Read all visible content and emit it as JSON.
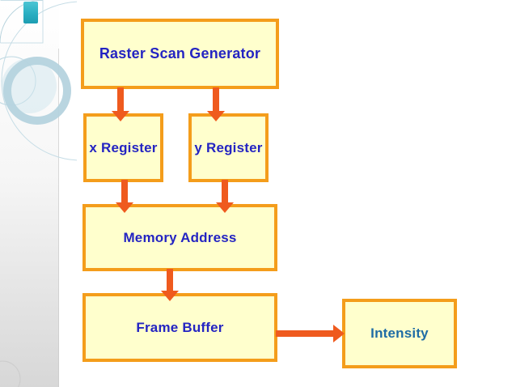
{
  "slide": {
    "background_color": "#ffffff",
    "accent_bar_color": "#2aafc2",
    "sidebar": {
      "gradient_top": "#ffffff",
      "gradient_bottom": "#d7d7d7",
      "circle_color": "#b5d3de"
    }
  },
  "diagram": {
    "colors": {
      "box_fill": "#ffffcd",
      "box_border": "#f49d1b",
      "arrow_color": "#ef5a1e",
      "label_color": "#2424c2",
      "intensity_label_color": "#1e6ca5"
    },
    "nodes": {
      "raster": {
        "label": "Raster Scan Generator"
      },
      "x_register": {
        "label": "x Register"
      },
      "y_register": {
        "label": "y Register"
      },
      "memory": {
        "label": "Memory Address"
      },
      "frame": {
        "label": "Frame Buffer"
      },
      "intensity": {
        "label": "Intensity"
      }
    },
    "edges": [
      {
        "from": "Raster Scan Generator",
        "to": "x Register"
      },
      {
        "from": "Raster Scan Generator",
        "to": "y Register"
      },
      {
        "from": "x Register",
        "to": "Memory Address"
      },
      {
        "from": "y Register",
        "to": "Memory Address"
      },
      {
        "from": "Memory Address",
        "to": "Frame Buffer"
      },
      {
        "from": "Frame Buffer",
        "to": "Intensity"
      }
    ]
  }
}
